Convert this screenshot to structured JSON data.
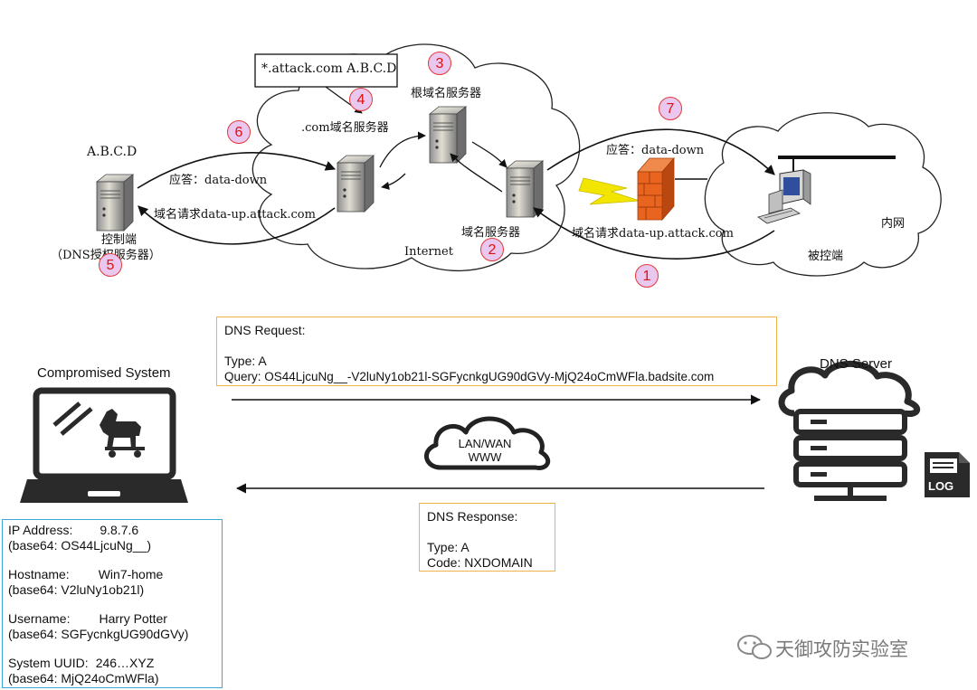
{
  "top": {
    "record_box": "*.attack.com A.B.C.D",
    "root_server": "根域名服务器",
    "com_server": ".com域名服务器",
    "left_host": "A.B.C.D",
    "controller_line1": "控制端",
    "controller_line2": "（DNS授权服务器）",
    "resp_left": "应答：data-down",
    "req_left": "域名请求data-up.attack.com",
    "internet": "Internet",
    "dns_server": "域名服务器",
    "resp_right": "应答：data-down",
    "req_right": "域名请求data-up.attack.com",
    "intranet": "内网",
    "victim": "被控端",
    "steps": [
      "1",
      "2",
      "3",
      "4",
      "5",
      "6",
      "7"
    ]
  },
  "bottom": {
    "compromised": "Compromised System",
    "dns_server": "DNS Server",
    "cloud_line1": "LAN/WAN",
    "cloud_line2": "WWW",
    "log": "LOG",
    "request": {
      "title": "DNS Request:",
      "type": "Type: A",
      "query": "Query: OS44LjcuNg__-V2luNy1ob21l-SGFycnkgUG90dGVy-MjQ24oCmWFla.badsite.com"
    },
    "response": {
      "title": "DNS Response:",
      "type": "Type: A",
      "code": "Code: NXDOMAIN"
    },
    "info": {
      "ip_label": "IP Address:",
      "ip_value": "9.8.7.6",
      "ip_b64": "(base64: OS44LjcuNg__)",
      "host_label": "Hostname:",
      "host_value": "Win7-home",
      "host_b64": "(base64: V2luNy1ob21l)",
      "user_label": "Username:",
      "user_value": "Harry Potter",
      "user_b64": "(base64: SGFycnkgUG90dGVy)",
      "uuid_label": "System UUID:",
      "uuid_value": "246…XYZ",
      "uuid_b64": "(base64: MjQ24oCmWFla)"
    }
  },
  "watermark": "天御攻防实验室",
  "colors": {
    "step_border": "#e23a3a",
    "step_fill": "#e9c7ee",
    "request_border": "#f0b24a",
    "info_border": "#3fa6d8",
    "firewall": "#e8641f",
    "lightning": "#f2e600"
  }
}
